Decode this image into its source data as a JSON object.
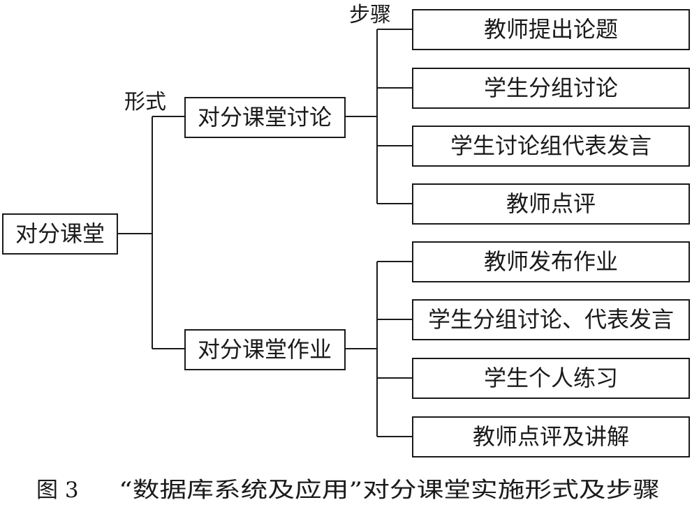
{
  "root": "对分课堂",
  "label_form": "形式",
  "label_steps": "步骤",
  "branches": [
    {
      "label": "对分课堂讨论",
      "steps": [
        "教师提出论题",
        "学生分组讨论",
        "学生讨论组代表发言",
        "教师点评"
      ]
    },
    {
      "label": "对分课堂作业",
      "steps": [
        "教师发布作业",
        "学生分组讨论、代表发言",
        "学生个人练习",
        "教师点评及讲解"
      ]
    }
  ],
  "caption": {
    "number": "图 3",
    "text": "“数据库系统及应用”对分课堂实施形式及步骤"
  }
}
